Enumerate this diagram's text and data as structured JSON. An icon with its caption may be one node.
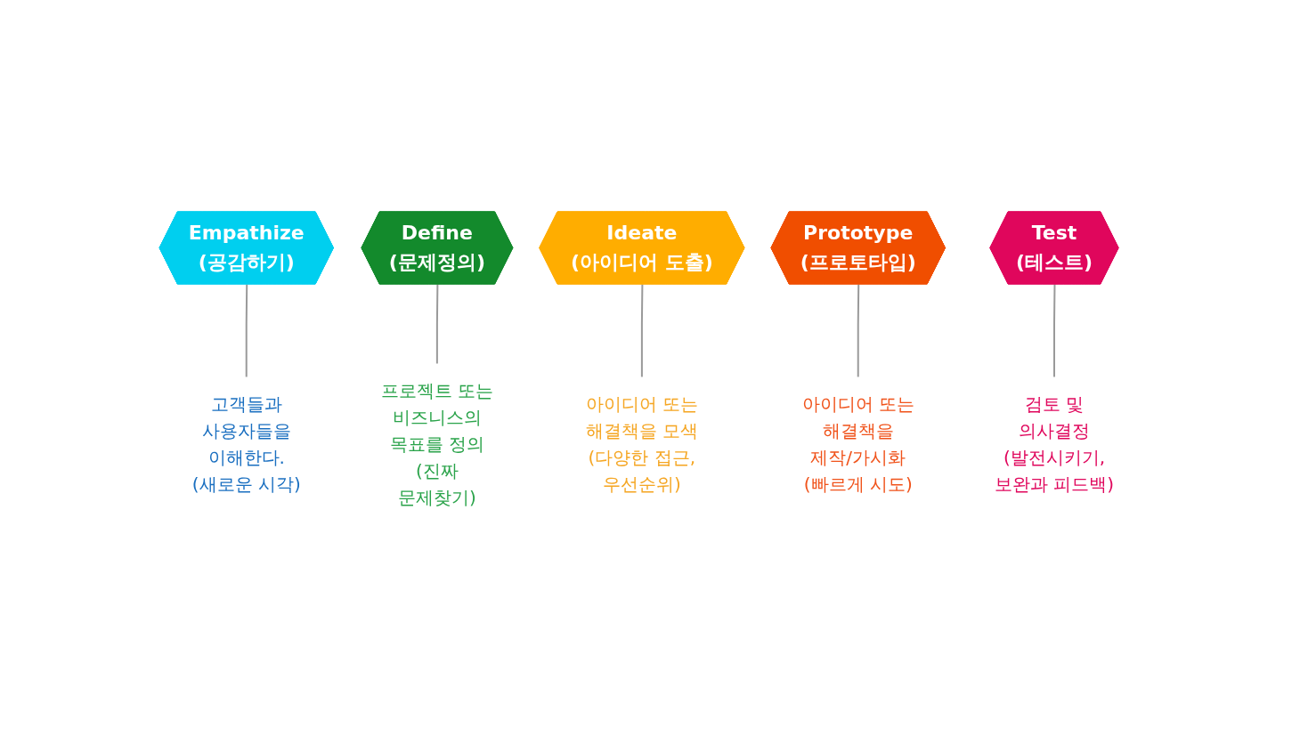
{
  "diagram": {
    "nodes": [
      {
        "text": [
          "Empathize",
          "(공감하기)"
        ]
      },
      {
        "text": [
          "Define",
          "(문제정의)"
        ]
      },
      {
        "text": [
          "Ideate",
          "(아이디어 도출)"
        ]
      },
      {
        "text": [
          "Prototype",
          "(프로토타입)"
        ]
      },
      {
        "text": [
          "Test",
          "(테스트)"
        ]
      },
      {
        "text": [
          "고객들과 사용자들을 이해한다. (새로운 시각)"
        ]
      },
      {
        "text": [
          "프로젝트 또는 비즈니스의 목표를 정의 (진짜 문제찾기)"
        ]
      },
      {
        "text": [
          "아이디어 또는 해결책을 모색 (다양한 접근, 우선순위)"
        ]
      },
      {
        "text": [
          "아이디어 또는 해결책을 제작/가시화 (빠르게 시도)"
        ]
      },
      {
        "text": [
          "검토 및 의사결정 (발전시키기, 보완과 피드백)"
        ]
      }
    ],
    "edges": [
      {
        "from": 0,
        "to": 5,
        "arrow": "none"
      },
      {
        "from": 1,
        "to": 6,
        "arrow": "none"
      },
      {
        "from": 2,
        "to": 7,
        "arrow": "none"
      },
      {
        "from": 3,
        "to": 8,
        "arrow": "none"
      },
      {
        "from": 4,
        "to": 9,
        "arrow": "none"
      }
    ]
  }
}
